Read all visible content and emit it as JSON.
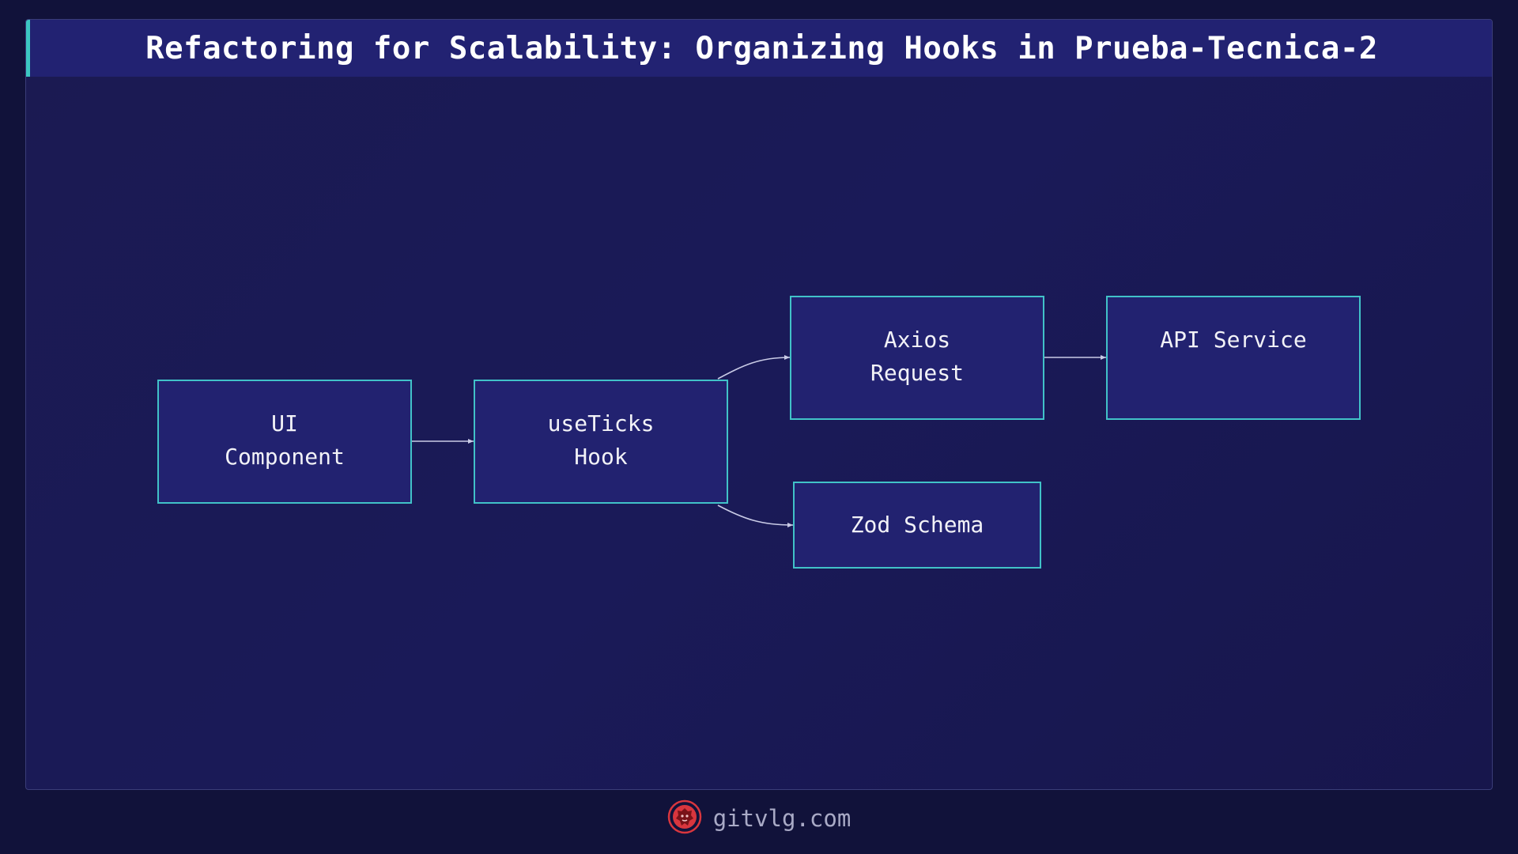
{
  "title": "Refactoring for Scalability: Organizing Hooks in Prueba-Tecnica-2",
  "nodes": {
    "ui_component": "UI\nComponent",
    "useticks_hook": "useTicks\nHook",
    "axios_request": "Axios\nRequest",
    "api_service": "API Service",
    "zod_schema": "Zod Schema"
  },
  "edges": [
    {
      "from": "UI Component",
      "to": "useTicks Hook"
    },
    {
      "from": "useTicks Hook",
      "to": "Axios Request"
    },
    {
      "from": "useTicks Hook",
      "to": "Zod Schema"
    },
    {
      "from": "Axios Request",
      "to": "API Service"
    }
  ],
  "footer": {
    "site": "gitvlg.com",
    "logo_icon": "lion-logo-icon"
  },
  "colors": {
    "background": "#11123a",
    "node_fill": "#222270",
    "node_border": "#41c2c8",
    "accent": "#3cc7c2",
    "logo": "#d9363e"
  }
}
